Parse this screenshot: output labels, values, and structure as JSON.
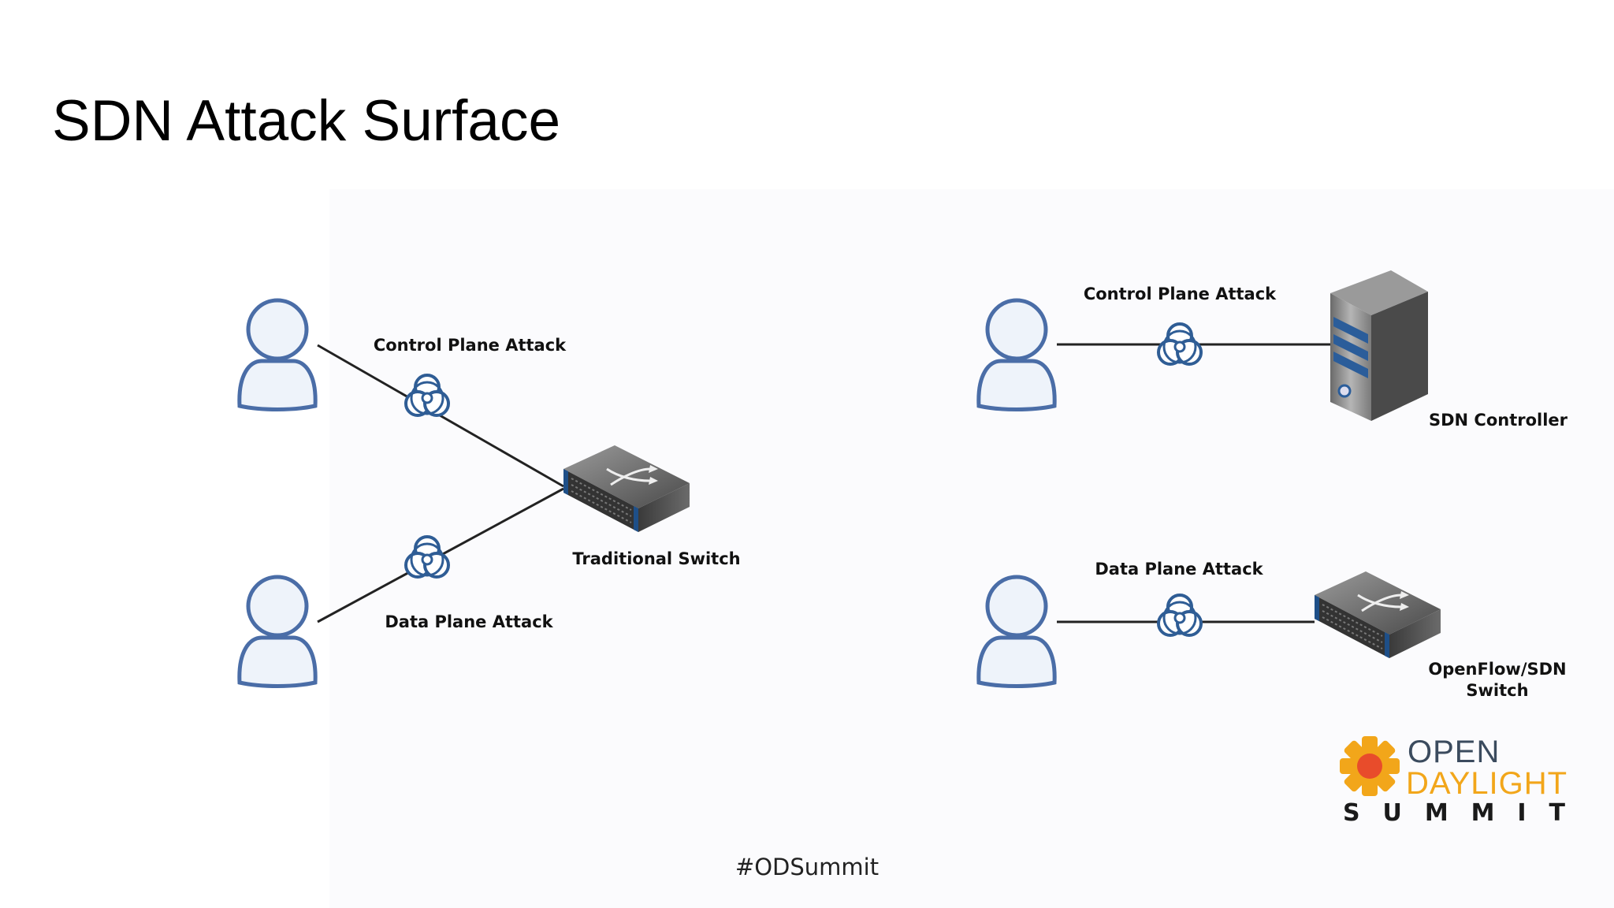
{
  "title": "SDN Attack Surface",
  "left": {
    "control_label": "Control Plane Attack",
    "data_label": "Data Plane Attack",
    "switch_label": "Traditional Switch"
  },
  "right": {
    "control_label": "Control Plane Attack",
    "data_label": "Data Plane Attack",
    "controller_label": "SDN Controller",
    "switch_label_line1": "OpenFlow/SDN",
    "switch_label_line2": "Switch"
  },
  "logo": {
    "open": "OPEN",
    "daylight": "DAYLIGHT",
    "summit": "S U M M I T"
  },
  "footer": {
    "hashtag": "#ODSummit"
  },
  "colors": {
    "user_stroke": "#4a6da7",
    "user_fill": "#eef3fa",
    "logo_orange": "#f2a61a",
    "logo_red": "#e84c2b",
    "logo_text": "#3b4b5e"
  },
  "icons": [
    "user-icon",
    "biohazard-icon",
    "network-switch-icon",
    "server-icon"
  ]
}
